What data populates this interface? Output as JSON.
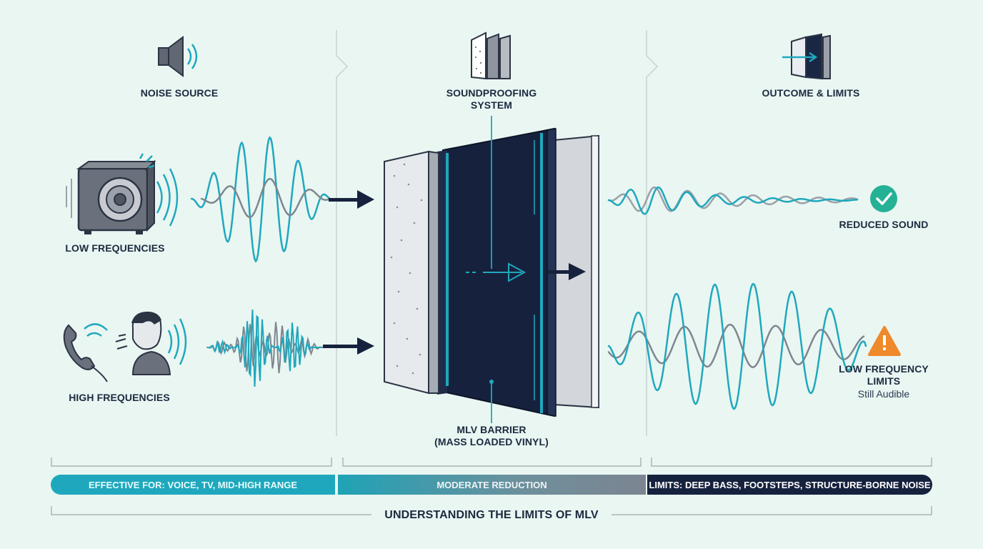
{
  "columns": {
    "noise_source": "NOISE SOURCE",
    "system": "SOUNDPROOFING SYSTEM",
    "outcome": "OUTCOME & LIMITS"
  },
  "sources": {
    "low": "LOW FREQUENCIES",
    "high": "HIGH FREQUENCIES"
  },
  "mlv": {
    "line1": "MLV BARRIER",
    "line2": "(MASS LOADED VINYL)"
  },
  "outcomes": {
    "reduced": "REDUCED SOUND",
    "limits_line1": "LOW FREQUENCY",
    "limits_line2": "LIMITS",
    "still_audible": "Still Audible"
  },
  "bars": {
    "effective": "EFFECTIVE FOR: VOICE, TV, MID-HIGH RANGE",
    "moderate": "MODERATE REDUCTION",
    "limits": "LIMITS: DEEP BASS, FOOTSTEPS, STRUCTURE-BORNE NOISE"
  },
  "footer_title": "UNDERSTANDING THE LIMITS OF MLV",
  "colors": {
    "background": "#eaf6f2",
    "teal": "#1fa8bd",
    "navy": "#16223d",
    "gray": "#7f868f",
    "success": "#25b196",
    "warning": "#ee8a2c"
  },
  "icons": [
    "speaker-icon",
    "panel-layers-icon",
    "panel-arrow-icon",
    "subwoofer-icon",
    "phone-icon",
    "person-speaking-icon",
    "check-icon",
    "warning-icon"
  ]
}
